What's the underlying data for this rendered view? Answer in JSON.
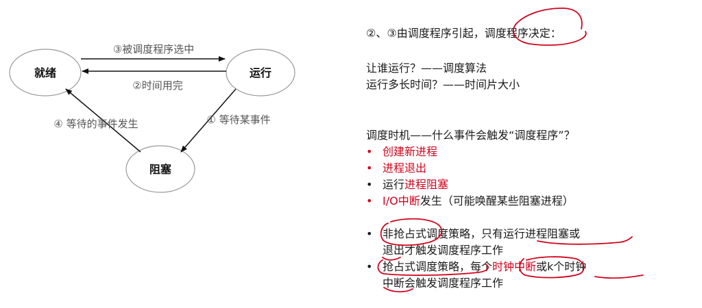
{
  "diagram": {
    "states": {
      "ready": "就绪",
      "running": "运行",
      "blocked": "阻塞"
    },
    "transitions": {
      "selected": "③被调度程序选中",
      "timeslice": "②时间用完",
      "wait_event": "① 等待某事件",
      "event_done": "④ 等待的事件发生"
    }
  },
  "notes": {
    "line1": "②、③由调度程序引起，调度程序决定：",
    "line2": "让谁运行？——调度算法",
    "line3": "运行多长时间？——时间片大小",
    "timing_title": "调度时机——什么事件会触发“调度程序”？",
    "timing_items": [
      {
        "bullet": "•",
        "parts": [
          "创建新进程"
        ]
      },
      {
        "bullet": "•",
        "parts": [
          "进程退出"
        ]
      },
      {
        "bullet": "•",
        "parts": [
          "运行",
          "进程阻塞"
        ]
      },
      {
        "bullet": "•",
        "parts": [
          "I/O中断",
          "发生（可能唤醒某些阻塞进程）"
        ]
      }
    ],
    "policy_items": [
      {
        "bullet": "•",
        "line1": "非抢占式调度策略，只有运行进程阻塞或",
        "line2": "退出才触发调度程序工作"
      },
      {
        "bullet": "•",
        "line1_parts": [
          "抢占式调度策略，每个",
          "时钟中断",
          "或k个时钟"
        ],
        "line2": "中断会触发调度程序工作"
      }
    ]
  },
  "colors": {
    "accent_red": "#d0021b",
    "edge_label_gray": "#555555",
    "node_stroke": "#999999"
  }
}
